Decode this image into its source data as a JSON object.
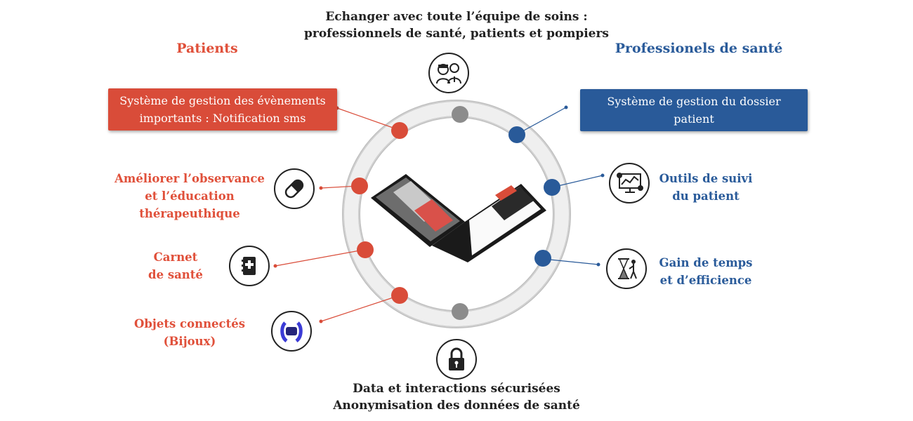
{
  "top": {
    "line1": "Echanger avec toute l’équipe de soins :",
    "line2": "professionnels de santé, patients et pompiers"
  },
  "bottom": {
    "line1": "Data et interactions sécurisées",
    "line2": "Anonymisation des données de santé"
  },
  "left": {
    "title": "Patients",
    "box_line1": "Système de gestion des évènements",
    "box_line2": "importants : Notification sms",
    "item1_line1": "Améliorer l’observance",
    "item1_line2": "et l’éducation",
    "item1_line3": "thérapeuthique",
    "item2_line1": "Carnet",
    "item2_line2": "de santé",
    "item3_line1": "Objets connectés",
    "item3_line2": "(Bijoux)"
  },
  "right": {
    "title": "Professionels de santé",
    "box_line1": "Système de gestion du dossier",
    "box_line2": "patient",
    "item1_line1": "Outils de suivi",
    "item1_line2": "du patient",
    "item2_line1": "Gain de temps",
    "item2_line2": "et d’efficience"
  },
  "icons": {
    "top": "doctors-icon",
    "bottom": "padlock-icon",
    "pill": "pill-icon",
    "health_book": "health-book-icon",
    "bracelet": "bracelet-icon",
    "monitor": "monitor-chart-icon",
    "hourglass": "hourglass-icon"
  },
  "colors": {
    "red": "#d94c39",
    "blue": "#295a99",
    "grey_dot": "#8c8c8c",
    "ring": "#e6e6e6"
  }
}
